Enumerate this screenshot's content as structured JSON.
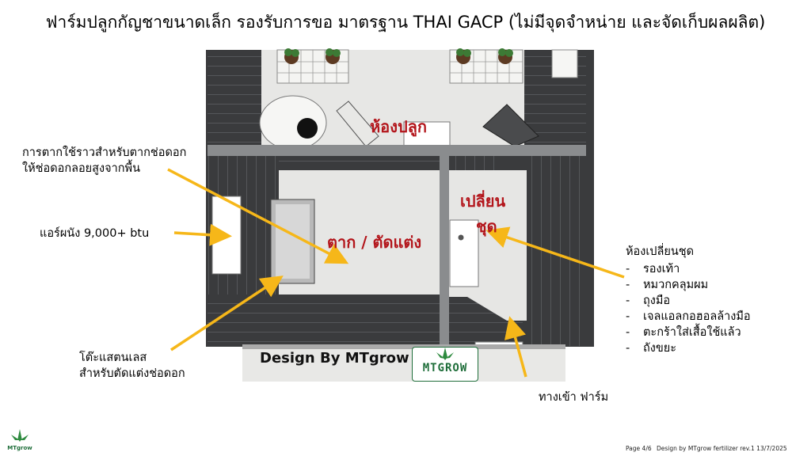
{
  "title": "ฟาร์มปลูกกัญชาขนาดเล็ก รองรับการขอ มาตรฐาน  THAI GACP     (ไม่มีจุดจำหน่าย และจัดเก็บผลผลิต)",
  "rooms": {
    "grow": "ห้องปลูก",
    "dry_trim": "ตาก / ตัดแต่ง",
    "change_line1": "เปลี่ยน",
    "change_line2": "ชุด"
  },
  "callouts": {
    "drying_rack_line1": "การตากใช้ราวสำหรับตากช่อดอก",
    "drying_rack_line2": "ให้ช่อดอกลอยสูงจากพื้น",
    "aircon": "แอร์ผนัง 9,000+ btu",
    "table_line1": "โต๊ะแสตนเลส",
    "table_line2": "สำหรับตัดแต่งช่อดอก",
    "entrance": "ทางเข้า ฟาร์ม",
    "changing_title": "ห้องเปลี่ยนชุด",
    "changing_items": [
      "รองเท้า",
      "หมวกคลุมผม",
      "ถุงมือ",
      "เจลแอลกอฮอลล้างมือ",
      "ตะกร้าใส่เสื้อใช้แล้ว",
      "ถังขยะ"
    ]
  },
  "branding": {
    "design_by": "Design By MTgrow",
    "logo": "MTGROW",
    "mini_logo": "MTgrow"
  },
  "footer": {
    "page": "Page 4/6",
    "credit": "Design by MTgrow fertilizer  rev.1   13/7/2025"
  },
  "colors": {
    "wall": "#3a3b3d",
    "floor": "#e4e4e2",
    "arrow": "#f6b719",
    "room_label": "#b3151b",
    "brand_green": "#1f6e3a"
  }
}
